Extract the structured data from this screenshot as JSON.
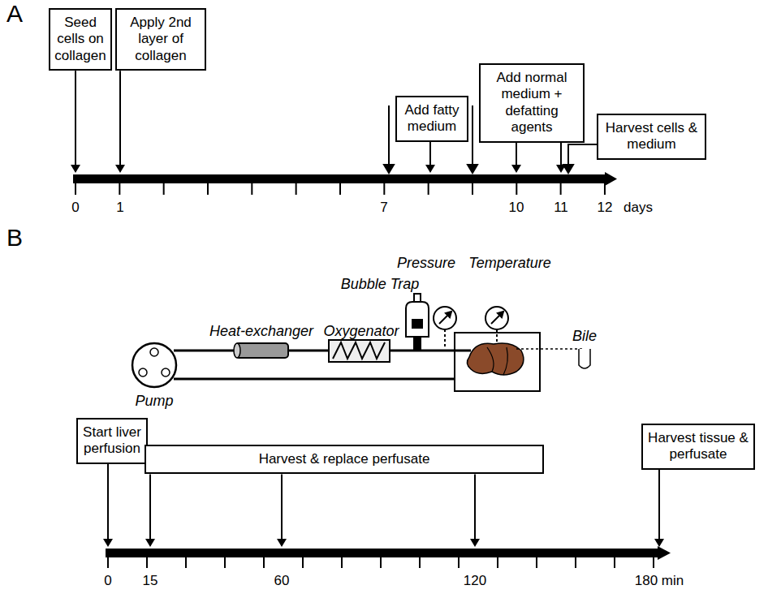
{
  "diagram": {
    "nodes": [
      {
        "text": [
          "Seed cells on collagen"
        ]
      },
      {
        "text": [
          "Apply 2nd layer of collagen"
        ]
      },
      {
        "text": [
          "Add fatty medium"
        ]
      },
      {
        "text": [
          "Add normal medium + defatting agents"
        ]
      },
      {
        "text": [
          "Harvest cells & medium"
        ]
      },
      {
        "text": [
          "Start liver perfusion"
        ]
      },
      {
        "text": [
          "Harvest & replace perfusate"
        ]
      },
      {
        "text": [
          "Harvest tissue & perfusate"
        ]
      }
    ],
    "labels": [
      "A",
      "0",
      "1",
      "7",
      "10",
      "11",
      "12",
      "days",
      "B",
      "Pump",
      "Heat-exchanger",
      "Oxygenator",
      "Bubble Trap",
      "Pressure",
      "Temperature",
      "Bile",
      "0",
      "15",
      "60",
      "120",
      "180 min"
    ]
  }
}
